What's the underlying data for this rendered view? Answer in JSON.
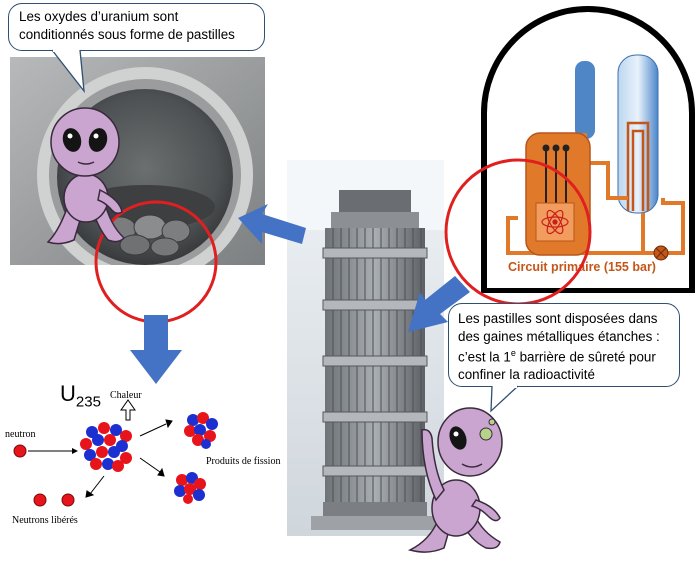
{
  "bubble_top": {
    "line1": "Les oxydes d’uranium sont",
    "line2": "conditionnés sous forme de pastilles"
  },
  "bubble_right": {
    "line1": "Les pastilles sont disposées dans",
    "line2": "des gaines métalliques étanches :",
    "line3_pre": "c’est la 1",
    "line3_sup": "e",
    "line3_post": " barrière de sûreté pour",
    "line4": "confiner la radioactivité"
  },
  "reactor_schematic": {
    "circuit_label": "Circuit primaire (155 bar)"
  },
  "fission": {
    "uranium_symbol": "U",
    "uranium_mass": "235",
    "heat_label": "Chaleur",
    "neutron_label": "neutron",
    "products_label": "Produits de fission",
    "freed_neutrons_label": "Neutrons libérés"
  },
  "colors": {
    "arrow_blue": "#4472c4",
    "highlight_red": "#e02020",
    "alien_pink": "#c9a5cf",
    "circuit_orange": "#e07a2a",
    "proton_red": "#e8141c",
    "neutron_blue": "#1c2fd0"
  }
}
